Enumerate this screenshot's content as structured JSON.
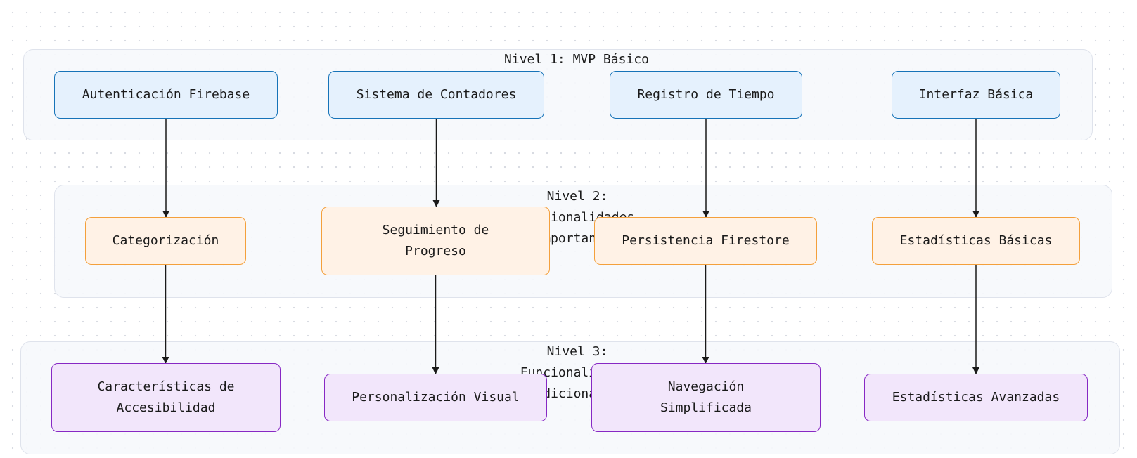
{
  "levels": [
    {
      "title": "Nivel 1: MVP Básico"
    },
    {
      "title": "Nivel 2:\nFuncionalidades\nImportantes"
    },
    {
      "title": "Nivel 3:\nFuncionalidades\nAdicionales"
    }
  ],
  "nodes": {
    "auth": "Autenticación Firebase",
    "counters": "Sistema de Contadores",
    "time_log": "Registro de Tiempo",
    "basic_ui": "Interfaz Básica",
    "categorization": "Categorización",
    "progress": "Seguimiento de\nProgreso",
    "firestore": "Persistencia Firestore",
    "basic_stats": "Estadísticas Básicas",
    "accessibility": "Características de\nAccesibilidad",
    "visual": "Personalización Visual",
    "navigation": "Navegación\nSimplificada",
    "advanced_stats": "Estadísticas Avanzadas"
  },
  "edges": [
    [
      "auth",
      "categorization"
    ],
    [
      "counters",
      "progress"
    ],
    [
      "time_log",
      "firestore"
    ],
    [
      "basic_ui",
      "basic_stats"
    ],
    [
      "categorization",
      "accessibility"
    ],
    [
      "progress",
      "visual"
    ],
    [
      "firestore",
      "navigation"
    ],
    [
      "basic_stats",
      "advanced_stats"
    ]
  ],
  "colors": {
    "level1_fill": "#e5f1fd",
    "level1_border": "#1673b8",
    "level2_fill": "#fff2e6",
    "level2_border": "#f4a03c",
    "level3_fill": "#f2e6fb",
    "level3_border": "#8728c4",
    "edge": "#1a1a1a"
  }
}
